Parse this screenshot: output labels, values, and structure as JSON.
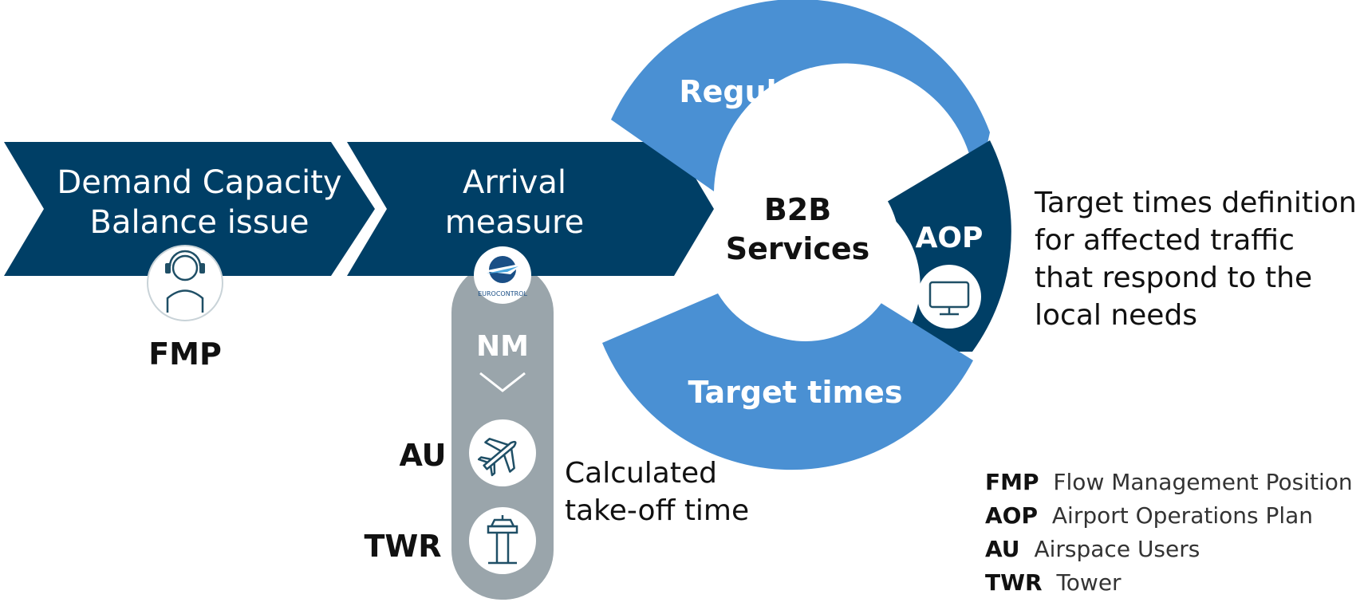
{
  "colors": {
    "navy": "#003f66",
    "blue": "#4a90d3",
    "gray": "#9aa5ab",
    "icon_stroke": "#1f4f66",
    "text": "#111111"
  },
  "chevrons": [
    {
      "line1": "Demand Capacity",
      "line2": "Balance issue"
    },
    {
      "line1": "Arrival",
      "line2": "measure"
    }
  ],
  "fmp": {
    "label": "FMP",
    "icon": "air-traffic-controller-headset-icon"
  },
  "nm": {
    "label": "NM",
    "logo_text": "EUROCONTROL",
    "icon": "eurocontrol-logo-icon"
  },
  "au": {
    "label": "AU",
    "icon": "airplane-icon"
  },
  "twr": {
    "label": "TWR",
    "icon": "control-tower-icon"
  },
  "cto": {
    "line1": "Calculated",
    "line2": "take-off time"
  },
  "cycle": {
    "center_line1": "B2B",
    "center_line2": "Services",
    "top": "Regulation ID",
    "bottom": "Target times",
    "right": "AOP",
    "right_icon": "monitor-icon"
  },
  "description": [
    "Target times definition",
    "for affected traffic",
    "that respond to the",
    "local needs"
  ],
  "legend": [
    {
      "abbr": "FMP",
      "text": "Flow Management Position"
    },
    {
      "abbr": "AOP",
      "text": "Airport Operations Plan"
    },
    {
      "abbr": "AU",
      "text": "Airspace Users"
    },
    {
      "abbr": "TWR",
      "text": "Tower"
    }
  ]
}
